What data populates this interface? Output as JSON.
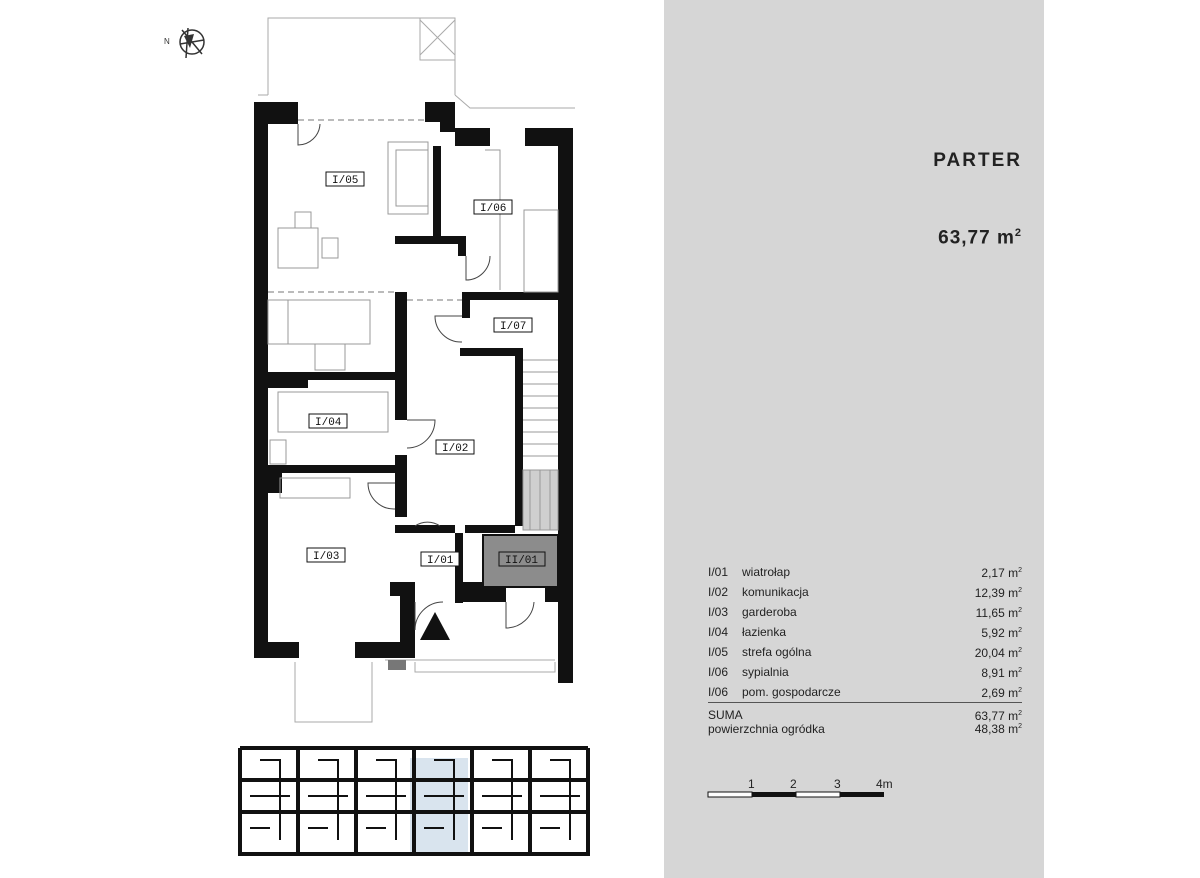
{
  "info": {
    "floor_name": "PARTER",
    "floor_area": "63,77 m",
    "floor_area_sup": "2"
  },
  "rooms_table": [
    {
      "number": "I/01",
      "name": "wiatrołap",
      "area": "2,17 m"
    },
    {
      "number": "I/02",
      "name": "komunikacja",
      "area": "12,39 m"
    },
    {
      "number": "I/03",
      "name": "garderoba",
      "area": "11,65 m"
    },
    {
      "number": "I/04",
      "name": "łazienka",
      "area": "5,92 m"
    },
    {
      "number": "I/05",
      "name": "strefa ogólna",
      "area": "20,04 m"
    },
    {
      "number": "I/06",
      "name": "sypialnia",
      "area": "8,91 m"
    },
    {
      "number": "I/06",
      "name": "pom. gospodarcze",
      "area": "2,69 m"
    }
  ],
  "area_sup": "2",
  "sum": {
    "label": "SUMA",
    "area": "63,77 m"
  },
  "garden": {
    "label": "powierzchnia ogródka",
    "area": "48,38 m"
  },
  "scale": {
    "ticks": [
      "1",
      "2",
      "3",
      "4m"
    ]
  },
  "plan": {
    "room_labels": [
      "I/05",
      "I/06",
      "I/07",
      "I/04",
      "I/02",
      "I/03",
      "I/01",
      "II/01"
    ],
    "compass_label": "N",
    "wall_color": "#111111",
    "highlight_color": "#8c8c8c",
    "panel_color": "#d6d6d6"
  }
}
